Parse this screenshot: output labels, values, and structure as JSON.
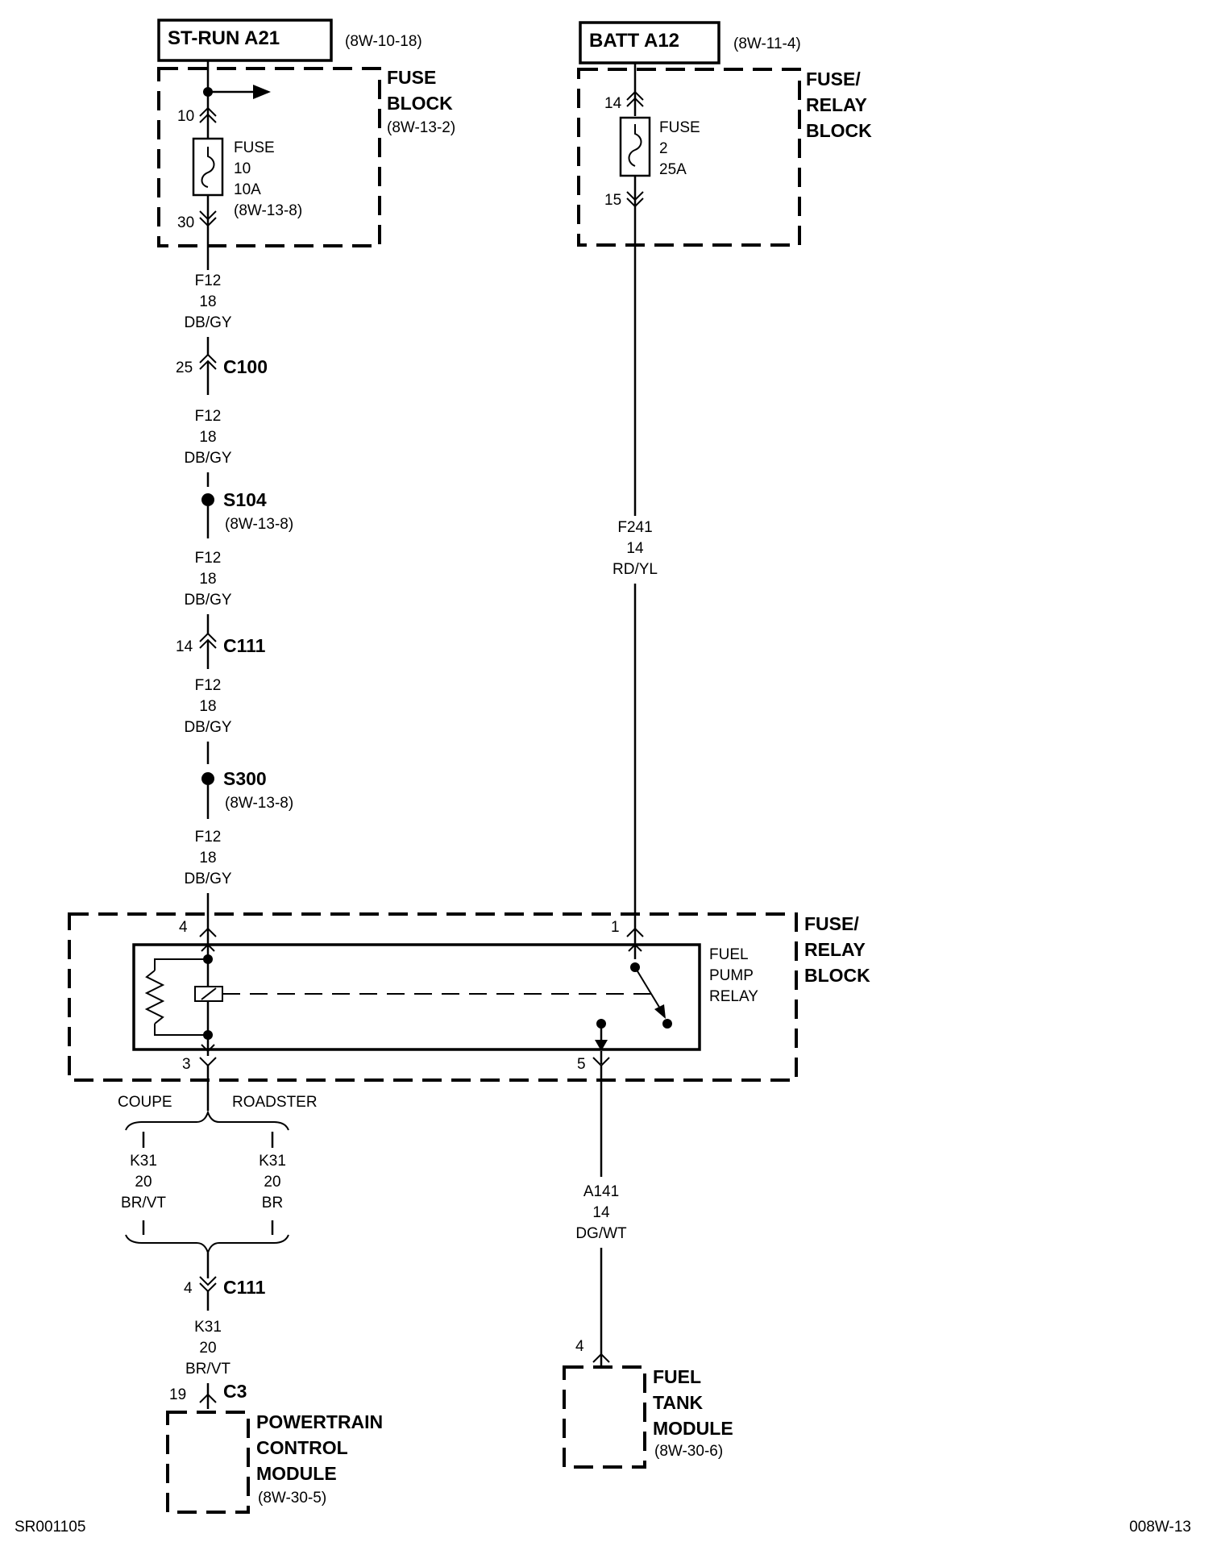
{
  "sources": {
    "st_run": {
      "label": "ST-RUN A21",
      "ref": "(8W-10-18)"
    },
    "batt": {
      "label": "BATT A12",
      "ref": "(8W-11-4)"
    }
  },
  "fuse_block_left": {
    "title_1": "FUSE",
    "title_2": "BLOCK",
    "ref": "(8W-13-2)",
    "pin_in": "10",
    "pin_out": "30",
    "fuse_1": "FUSE",
    "fuse_2": "10",
    "fuse_3": "10A",
    "fuse_ref": "(8W-13-8)"
  },
  "fuse_relay_block_top": {
    "title_1": "FUSE/",
    "title_2": "RELAY",
    "title_3": "BLOCK",
    "pin_in": "14",
    "pin_out": "15",
    "fuse_1": "FUSE",
    "fuse_2": "2",
    "fuse_3": "25A"
  },
  "wires": {
    "f12_1": {
      "circuit": "F12",
      "gauge": "18",
      "color": "DB/GY"
    },
    "f12_2": {
      "circuit": "F12",
      "gauge": "18",
      "color": "DB/GY"
    },
    "f12_3": {
      "circuit": "F12",
      "gauge": "18",
      "color": "DB/GY"
    },
    "f12_4": {
      "circuit": "F12",
      "gauge": "18",
      "color": "DB/GY"
    },
    "f12_5": {
      "circuit": "F12",
      "gauge": "18",
      "color": "DB/GY"
    },
    "f241": {
      "circuit": "F241",
      "gauge": "14",
      "color": "RD/YL"
    },
    "k31_coupe": {
      "circuit": "K31",
      "gauge": "20",
      "color": "BR/VT"
    },
    "k31_roadster": {
      "circuit": "K31",
      "gauge": "20",
      "color": "BR"
    },
    "k31_out": {
      "circuit": "K31",
      "gauge": "20",
      "color": "BR/VT"
    },
    "a141": {
      "circuit": "A141",
      "gauge": "14",
      "color": "DG/WT"
    }
  },
  "connectors": {
    "c100": {
      "name": "C100",
      "pin": "25"
    },
    "c111_top": {
      "name": "C111",
      "pin": "14"
    },
    "c111_bottom": {
      "name": "C111",
      "pin": "4"
    },
    "c3": {
      "name": "C3",
      "pin": "19"
    }
  },
  "splices": {
    "s104": {
      "name": "S104",
      "ref": "(8W-13-8)"
    },
    "s300": {
      "name": "S300",
      "ref": "(8W-13-8)"
    }
  },
  "relay_block": {
    "title_1": "FUSE/",
    "title_2": "RELAY",
    "title_3": "BLOCK",
    "relay_1": "FUEL",
    "relay_2": "PUMP",
    "relay_3": "RELAY",
    "pin_4": "4",
    "pin_1": "1",
    "pin_3": "3",
    "pin_5": "5"
  },
  "variants": {
    "coupe": "COUPE",
    "roadster": "ROADSTER"
  },
  "pcm": {
    "title_1": "POWERTRAIN",
    "title_2": "CONTROL",
    "title_3": "MODULE",
    "ref": "(8W-30-5)"
  },
  "fuel_tank": {
    "title_1": "FUEL",
    "title_2": "TANK",
    "title_3": "MODULE",
    "ref": "(8W-30-6)",
    "pin": "4"
  },
  "footer": {
    "left": "SR001105",
    "right": "008W-13"
  }
}
